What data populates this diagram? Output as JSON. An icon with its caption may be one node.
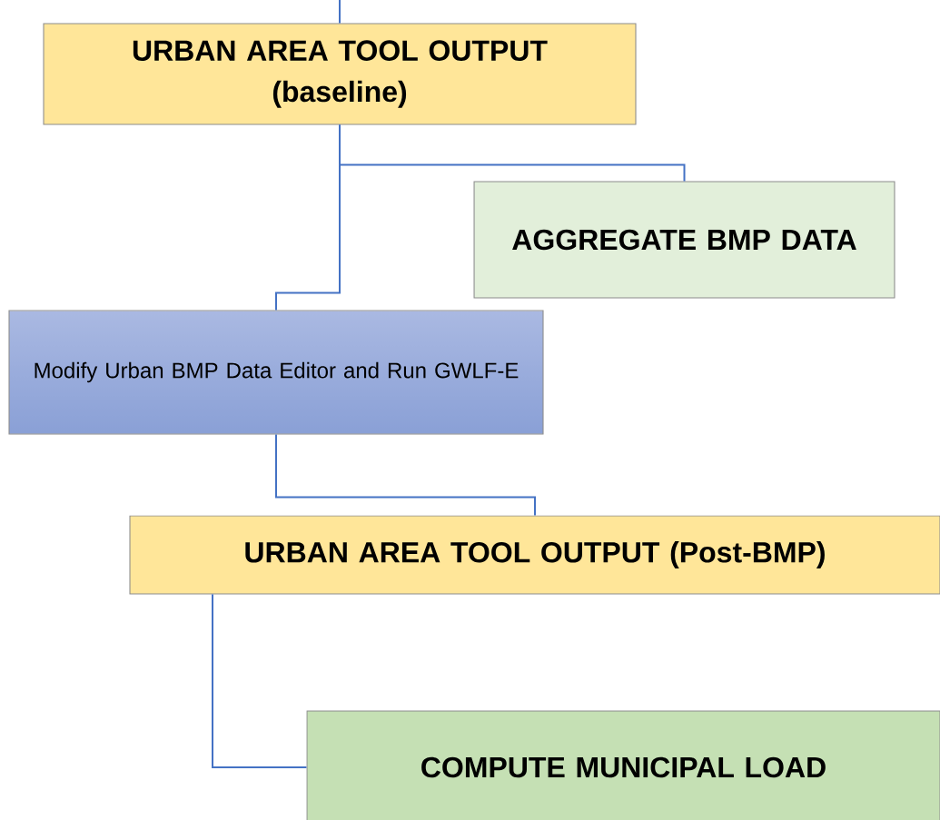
{
  "diagram": {
    "nodes": [
      {
        "text": [
          "URBAN AREA TOOL OUTPUT",
          "(baseline)"
        ]
      },
      {
        "text": [
          "AGGREGATE BMP DATA"
        ]
      },
      {
        "text": [
          "Modify Urban BMP Data Editor and Run GWLF-E"
        ]
      },
      {
        "text": [
          "URBAN AREA TOOL OUTPUT (Post-BMP)"
        ]
      },
      {
        "text": [
          "COMPUTE MUNICIPAL LOAD"
        ]
      }
    ],
    "edges": [
      {
        "from": null,
        "to": 0,
        "arrow": "none"
      },
      {
        "from": 0,
        "to": 1,
        "arrow": "none"
      },
      {
        "from": 0,
        "to": 2,
        "arrow": "none"
      },
      {
        "from": 2,
        "to": 3,
        "arrow": "none"
      },
      {
        "from": 3,
        "to": 4,
        "arrow": "none"
      }
    ]
  }
}
